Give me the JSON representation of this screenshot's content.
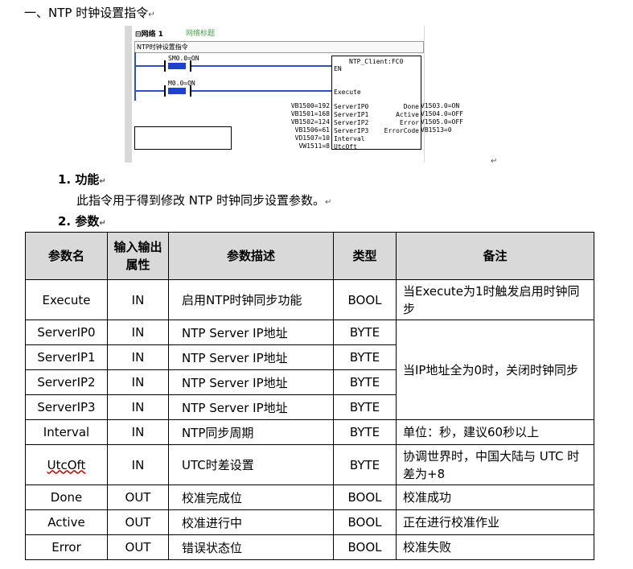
{
  "heading": "一、NTP 时钟设置指令",
  "ladder": {
    "network_label": "网络 1",
    "network_comment": "网络标题",
    "title_box": "NTP时钟设置指令",
    "contacts": [
      "SM0.0=ON",
      "M0.0=ON"
    ],
    "block_name": "NTP_Client:FC0",
    "inputs": [
      {
        "pin": "EN",
        "value": ""
      },
      {
        "pin": "Execute",
        "value": ""
      },
      {
        "pin": "ServerIP0",
        "value": "VB1500=192"
      },
      {
        "pin": "ServerIP1",
        "value": "VB1501=168"
      },
      {
        "pin": "ServerIP2",
        "value": "VB1502=124"
      },
      {
        "pin": "ServerIP3",
        "value": "VB1506=61"
      },
      {
        "pin": "Interval",
        "value": "VD1507=10"
      },
      {
        "pin": "UtcOft",
        "value": "VW1511=8"
      }
    ],
    "outputs": [
      {
        "pin": "Done",
        "value": "V1503.0=ON"
      },
      {
        "pin": "Active",
        "value": "V1504.0=OFF"
      },
      {
        "pin": "Error",
        "value": "V1505.0=OFF"
      },
      {
        "pin": "ErrorCode",
        "value": "VB1513=0"
      }
    ]
  },
  "section1": {
    "title": "1.  功能",
    "text": "此指令用于得到修改 NTP 时钟同步设置参数。"
  },
  "section2": {
    "title": "2.  参数"
  },
  "table": {
    "headers": [
      "参数名",
      "输入输出属性",
      "参数描述",
      "类型",
      "备注"
    ],
    "rows": [
      {
        "name": "Execute",
        "io": "IN",
        "desc": "启用NTP时钟同步功能",
        "type": "BOOL",
        "note": "当Execute为1时触发启用时钟同步"
      },
      {
        "name": "ServerIP0",
        "io": "IN",
        "desc": "NTP Server IP地址",
        "type": "BYTE",
        "note": "当IP地址全为0时，关闭时钟同步"
      },
      {
        "name": "ServerIP1",
        "io": "IN",
        "desc": "NTP Server IP地址",
        "type": "BYTE"
      },
      {
        "name": "ServerIP2",
        "io": "IN",
        "desc": "NTP Server IP地址",
        "type": "BYTE"
      },
      {
        "name": "ServerIP3",
        "io": "IN",
        "desc": "NTP Server IP地址",
        "type": "BYTE"
      },
      {
        "name": "Interval",
        "io": "IN",
        "desc": "NTP同步周期",
        "type": "BYTE",
        "note": "单位：秒，建议60秒以上"
      },
      {
        "name": "UtcOft",
        "io": "IN",
        "desc": "UTC时差设置",
        "type": "BYTE",
        "note": "协调世界时，中国大陆与 UTC 时差为+8"
      },
      {
        "name": "Done",
        "io": "OUT",
        "desc": "校准完成位",
        "type": "BOOL",
        "note": "校准成功"
      },
      {
        "name": "Active",
        "io": "OUT",
        "desc": "校准进行中",
        "type": "BOOL",
        "note": "正在进行校准作业"
      },
      {
        "name": "Error",
        "io": "OUT",
        "desc": "错误状态位",
        "type": "BOOL",
        "note": "校准失败"
      }
    ]
  }
}
